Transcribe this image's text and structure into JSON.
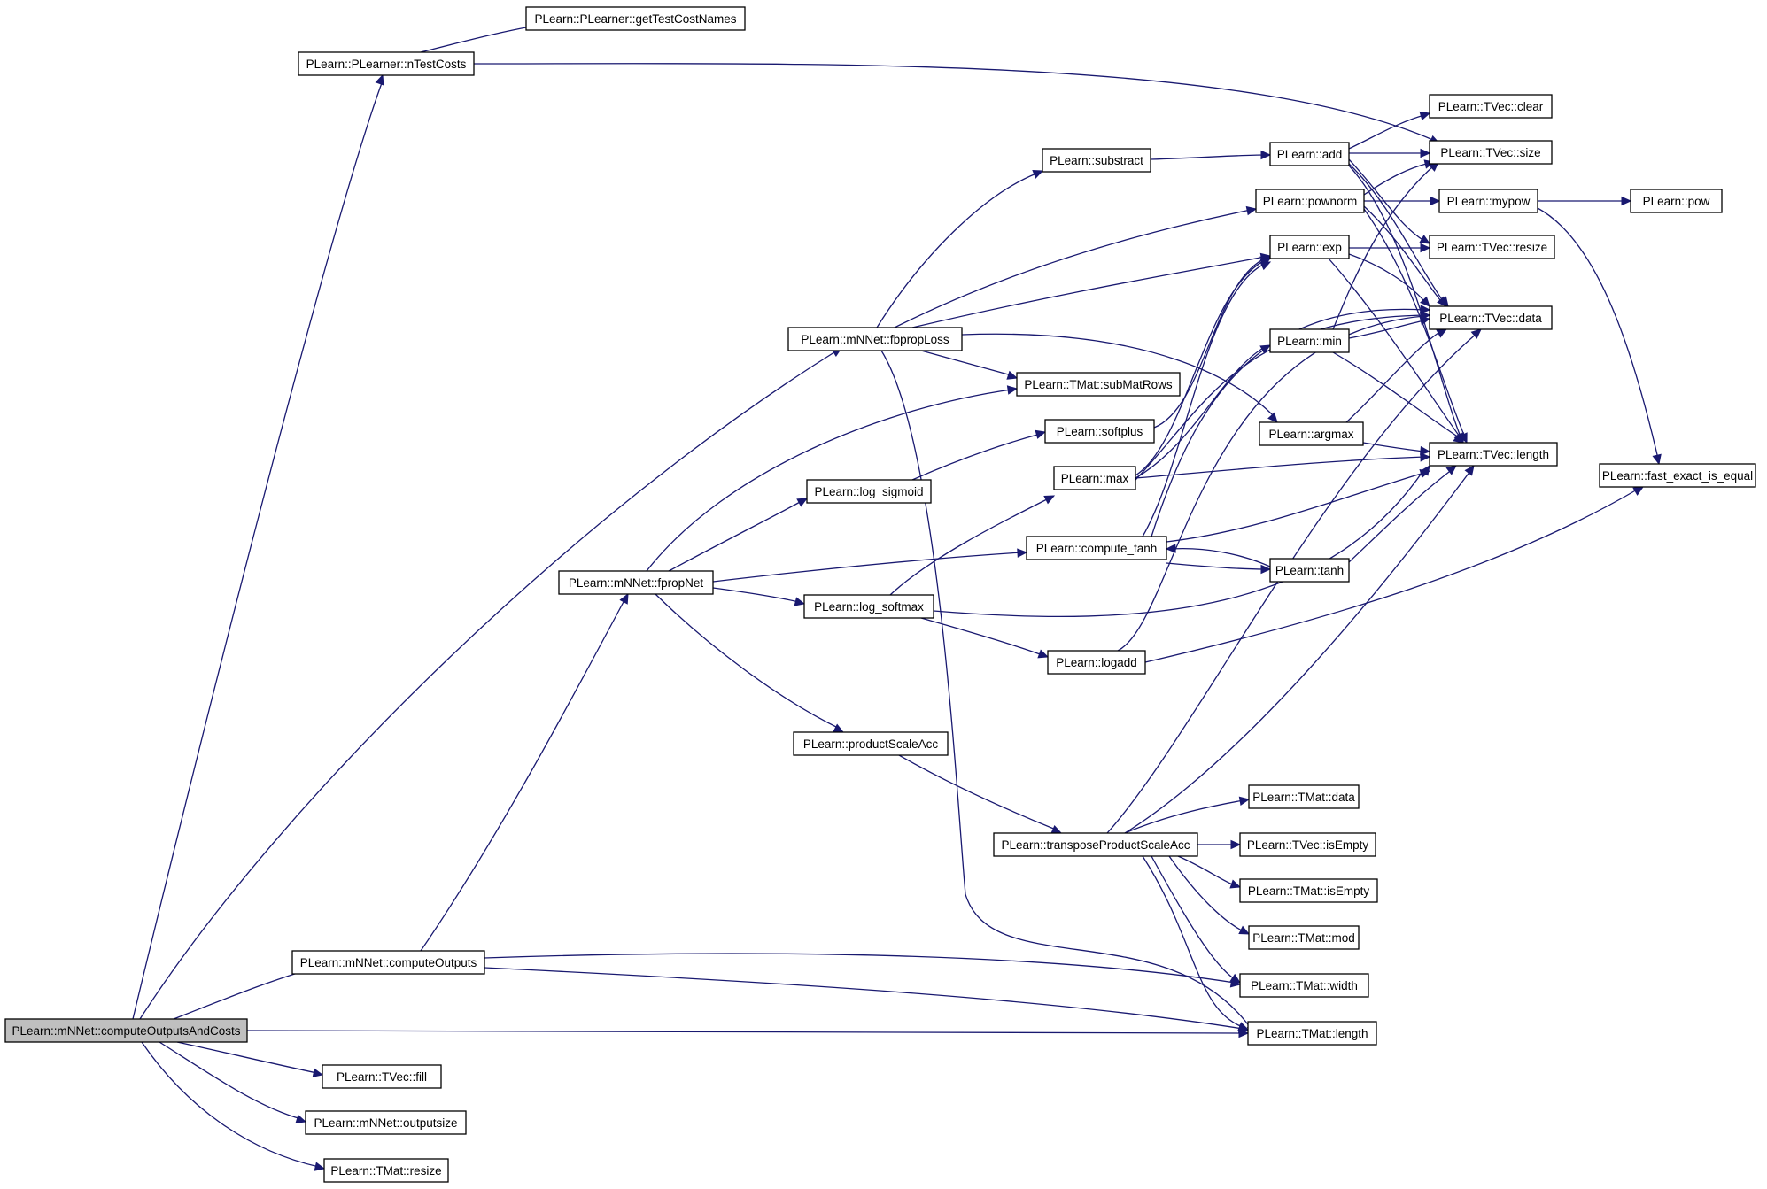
{
  "colors": {
    "edge": "#191970",
    "root_fill": "#bfbfbf",
    "node_fill": "#ffffff",
    "node_border": "#000000",
    "background": "#ffffff"
  },
  "nodes": {
    "computeOutputsAndCosts": "PLearn::mNNet::computeOutputsAndCosts",
    "nTestCosts": "PLearn::PLearner::nTestCosts",
    "getTestCostNames": "PLearn::PLearner::getTestCostNames",
    "fbpropLoss": "PLearn::mNNet::fbpropLoss",
    "substract": "PLearn::substract",
    "add": "PLearn::add",
    "tvec_clear": "PLearn::TVec::clear",
    "tvec_size": "PLearn::TVec::size",
    "pownorm": "PLearn::pownorm",
    "mypow": "PLearn::mypow",
    "pow": "PLearn::pow",
    "exp": "PLearn::exp",
    "tvec_resize": "PLearn::TVec::resize",
    "tvec_data": "PLearn::TVec::data",
    "min": "PLearn::min",
    "subMatRows": "PLearn::TMat::subMatRows",
    "softplus": "PLearn::softplus",
    "argmax": "PLearn::argmax",
    "tvec_length": "PLearn::TVec::length",
    "fast_exact_is_equal": "PLearn::fast_exact_is_equal",
    "log_sigmoid": "PLearn::log_sigmoid",
    "max": "PLearn::max",
    "fpropNet": "PLearn::mNNet::fpropNet",
    "compute_tanh": "PLearn::compute_tanh",
    "tanh": "PLearn::tanh",
    "log_softmax": "PLearn::log_softmax",
    "logadd": "PLearn::logadd",
    "productScaleAcc": "PLearn::productScaleAcc",
    "transposeProductScaleAcc": "PLearn::transposeProductScaleAcc",
    "tmat_data": "PLearn::TMat::data",
    "tvec_isEmpty": "PLearn::TVec::isEmpty",
    "tmat_isEmpty": "PLearn::TMat::isEmpty",
    "tmat_mod": "PLearn::TMat::mod",
    "tmat_width": "PLearn::TMat::width",
    "tmat_length": "PLearn::TMat::length",
    "computeOutputs": "PLearn::mNNet::computeOutputs",
    "tvec_fill": "PLearn::TVec::fill",
    "outputsize": "PLearn::mNNet::outputsize",
    "tmat_resize": "PLearn::TMat::resize"
  }
}
